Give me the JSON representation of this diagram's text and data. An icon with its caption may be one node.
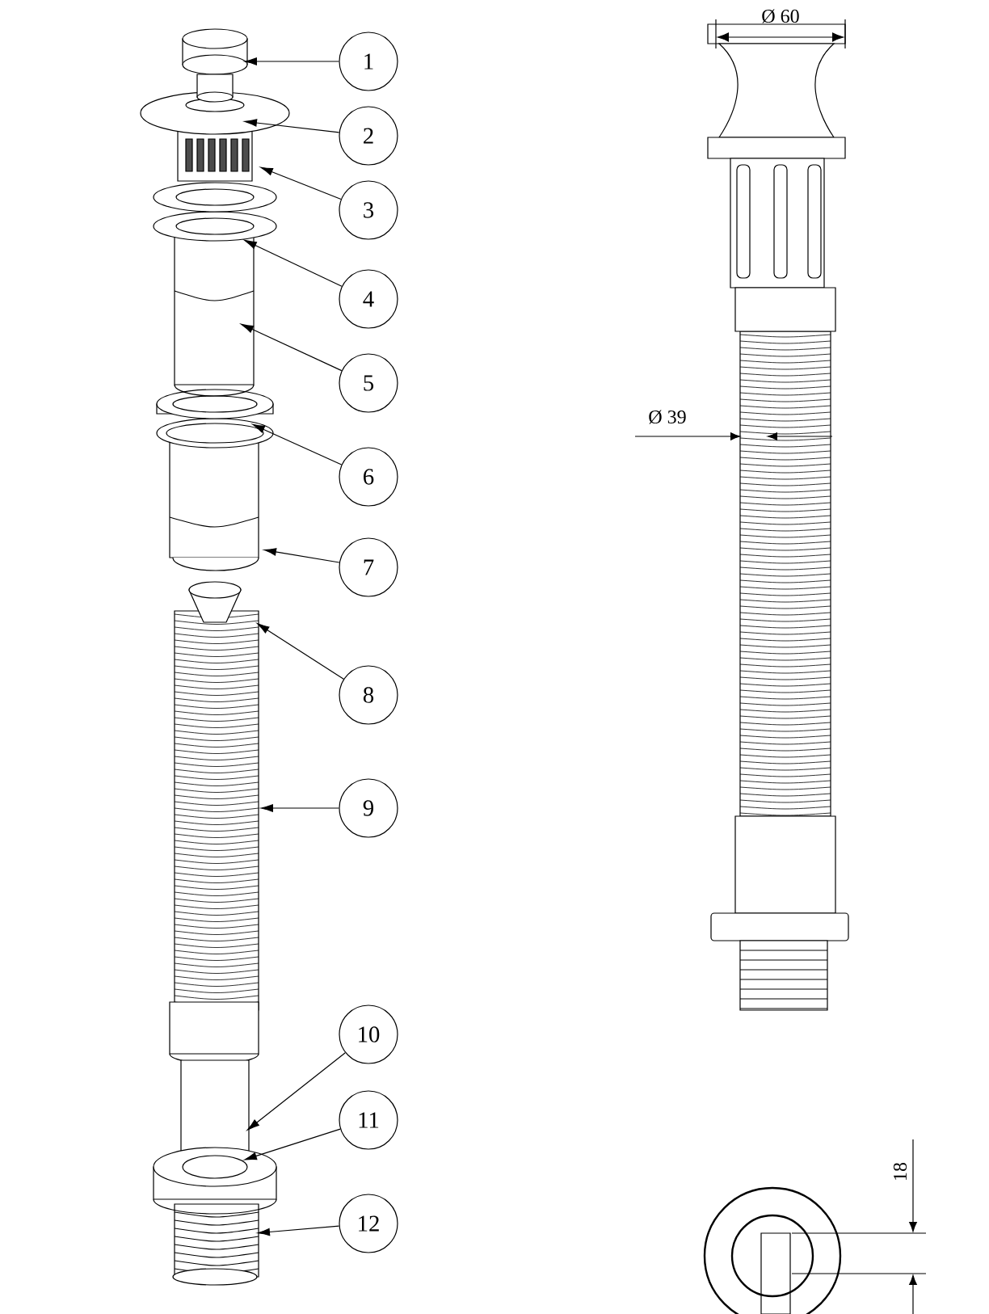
{
  "diagram": {
    "nodes": [
      {
        "text": [
          "1"
        ]
      },
      {
        "text": [
          "2"
        ]
      },
      {
        "text": [
          "3"
        ]
      },
      {
        "text": [
          "4"
        ]
      },
      {
        "text": [
          "5"
        ]
      },
      {
        "text": [
          "6"
        ]
      },
      {
        "text": [
          "7"
        ]
      },
      {
        "text": [
          "8"
        ]
      },
      {
        "text": [
          "9"
        ]
      },
      {
        "text": [
          "10"
        ]
      },
      {
        "text": [
          "11"
        ]
      },
      {
        "text": [
          "12"
        ]
      }
    ],
    "edges": [
      {
        "from": 0,
        "to": null,
        "arrow": "to"
      },
      {
        "from": 1,
        "to": null,
        "arrow": "to"
      },
      {
        "from": 2,
        "to": null,
        "arrow": "to"
      },
      {
        "from": 3,
        "to": null,
        "arrow": "to"
      },
      {
        "from": 4,
        "to": null,
        "arrow": "to"
      },
      {
        "from": 5,
        "to": null,
        "arrow": "to"
      },
      {
        "from": 6,
        "to": null,
        "arrow": "to"
      },
      {
        "from": 7,
        "to": null,
        "arrow": "to"
      },
      {
        "from": 8,
        "to": null,
        "arrow": "to"
      },
      {
        "from": 9,
        "to": null,
        "arrow": "to"
      },
      {
        "from": 10,
        "to": null,
        "arrow": "to"
      },
      {
        "from": 11,
        "to": null,
        "arrow": "to"
      }
    ],
    "labels": [
      "Ø 60",
      "Ø 39",
      "18"
    ]
  }
}
